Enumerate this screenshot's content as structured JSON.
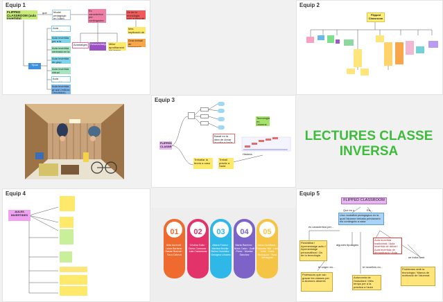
{
  "panels": {
    "equip1": "Equip 1",
    "equip2": "Equip 2",
    "equip3": "Equip 3",
    "equip4": "Equip 4",
    "equip5": "Equip 5"
  },
  "equip1": {
    "root": "FLIPPED CLASSROOM (aula invertida)",
    "root_link": "què és?",
    "model": "Model pedagògic en l'últim aiutorm de les professors innovador",
    "pink_top": "Es caracteritza per contingudes de tipus pràctiques a casa i activitats a classe",
    "red_right": "Ús de la tecnologia com a eina de suport",
    "blue_tipus": "Tipus",
    "tipus_items": [
      "Aula invertida tradicional",
      "Aula invertida per a la discussió",
      "Aula invertida centrada en la demostració",
      "Aula invertida de grup",
      "Aula invertida virtual",
      "Aula invertida per al professor",
      "Aula invertida grupal (millora i feedback)"
    ],
    "mid_pink": "Avantatges",
    "purple": "Desavantatges",
    "yellow_left": "Millor aprofitament del temps",
    "yellow_right": "Més implicació de l'alumnat",
    "orange": "Gran treball de preparació"
  },
  "equip2": {
    "root": "Flipped Classroom"
  },
  "equip3": {
    "root": "FLIPPED CLASSROOM",
    "left_note": "Basat en la idea de donar la volta a l'aula tradicional i ser el protagonista",
    "green_label": "Tecnologia en l'alumne",
    "timeline_label": "Història",
    "yellow_note": "Treballar la teoria a casa",
    "yellow_mid": "Treball pràctic a l'aula"
  },
  "equip4": {
    "root": "AULES INVERTIDES"
  },
  "equip5": {
    "title": "FLIPPED CLASSROOM",
    "q1": "Què és o més...",
    "q2": "Els...",
    "def": "Una modalitat pedagògica en la qual l'alumne treballa prèviament els continguts a casa",
    "caracteristiques": "es caracteritza per...",
    "tipologies": "algunes tipologies són...",
    "origen": "té origen en...",
    "beneficis": "té beneficis en...",
    "limitacions": "se troba amb limitacions...",
    "tipus_list": "Aula invertida tradicional / Aula invertida de debat / Aula invertida de demostració / Aula invertida de grup / Aula invertida virtual / Aula invertida rol",
    "caract_box": "Flexibilitat / Aprenentatge actiu / Aprenentatge personalitzat / Ús de la tecnologia",
    "origen_box": "Professors que van gravar les classes per a alumnes absents",
    "benefici_box": "Autonomia de l'estudiant / Més temps per a la pràctica a l'aula",
    "limit_box": "Problemes amb la tecnologia / Manca de motivació de l'alumnat"
  },
  "center": {
    "title": "LECTURES CLASSE INVERSA"
  },
  "members": [
    {
      "num": "01",
      "names": "Aïda Aurenell · Laura Barbera · Hanae Bouhah · Sara Cabezà"
    },
    {
      "num": "02",
      "names": "Cristina Gallo · Dúnia Carmona · Lala Casanovas"
    },
    {
      "num": "03",
      "names": "Aitana Franco · Martina Bonilla · Nerea González · Georgina Llinares"
    },
    {
      "num": "04",
      "names": "Marta Ramírez · Núria Calvo · Judit Pérez · Montse Sánchez"
    },
    {
      "num": "05",
      "names": "Alexa Santillana · Francesc Vila · Lara Vidal · Carla Rodríguez · Nora Verdaguer"
    }
  ],
  "colors": {
    "green": "#3dbb3a",
    "member_colors": [
      "#ef6a2e",
      "#e2336b",
      "#2fb7e8",
      "#7d63c7",
      "#f6c445"
    ]
  }
}
